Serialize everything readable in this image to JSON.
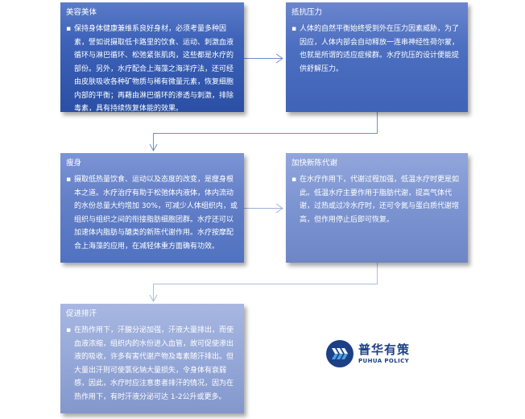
{
  "boxes": [
    {
      "title": "美容美体",
      "bullet": "▪",
      "body": "保持身体健康兼维系良好身材，必须考量多种因素，譬如说摄取低卡路里的饮食、运动、刺激血液循环与淋巴循环、松弛紧张肌肉，这些都是水疗的部份。另外，水疗配合上海藻之海洋疗法，还可经由皮肤吸收各种矿物质与稀有微量元素，恢复细胞内部的平衡；再藉由淋巴循环的渗透与刺激，排除毒素，具有持续恢复体能的效果。"
    },
    {
      "title": "抵抗压力",
      "bullet": "▪",
      "body": "人体的自然平衡始终受到外在压力因素威胁，为了因应，人体内部会自动释放一连串神经性荷尔蒙，也就是所谓的适应症候群。水疗抗压的设计便能提供舒解压力。"
    },
    {
      "title": "瘦身",
      "bullet": "▪",
      "body": "摄取低热量饮食、运动以及态度的改变，是瘦身根本之道。水疗治疗有助于松弛体内液体，体内流动的水份总量大约增加 30%，可减少人体组织内，或组织与组织之间的衔接脂肪细胞团群。水疗还可以加速体内脂肪与醣类的新陈代谢作用。水疗按摩配合上海藻的应用，在减轻体重方面确有功效。"
    },
    {
      "title": "加快新陈代谢",
      "bullet": "▪",
      "body": "在水疗作用下，代谢过程加强，低温水疗时更是如此。低温水疗主要作用于脂肪代谢，提高气体代谢，过热或过冷水疗时，还可令氮与蛋白质代谢增高，但作用停止后即可恢复。"
    },
    {
      "title": "促进排汗",
      "bullet": "▪",
      "body": "在热作用下，汗腺分泌加强，汗液大量排出，而使血液浓缩，组织内的水份进入血管，故可促使渗出液的吸收，许多有害代谢产物及毒素随汗排出。但大量出汗则可使氯化钠大量损失，令身体有衰弱感，因此，水疗时应注意患者排汗的情况，因为在热作用下，有时汗液分泌可达 1-2公升或更多。"
    }
  ],
  "logo": {
    "name_cn": "普华有策",
    "name_en": "PUHUA POLICY",
    "icon": "chevron-arrows-logo-icon"
  },
  "colors": {
    "connector": "#6f8fd0",
    "logo_blue": "#1d3f86",
    "logo_accent": "#4aa3e0"
  }
}
